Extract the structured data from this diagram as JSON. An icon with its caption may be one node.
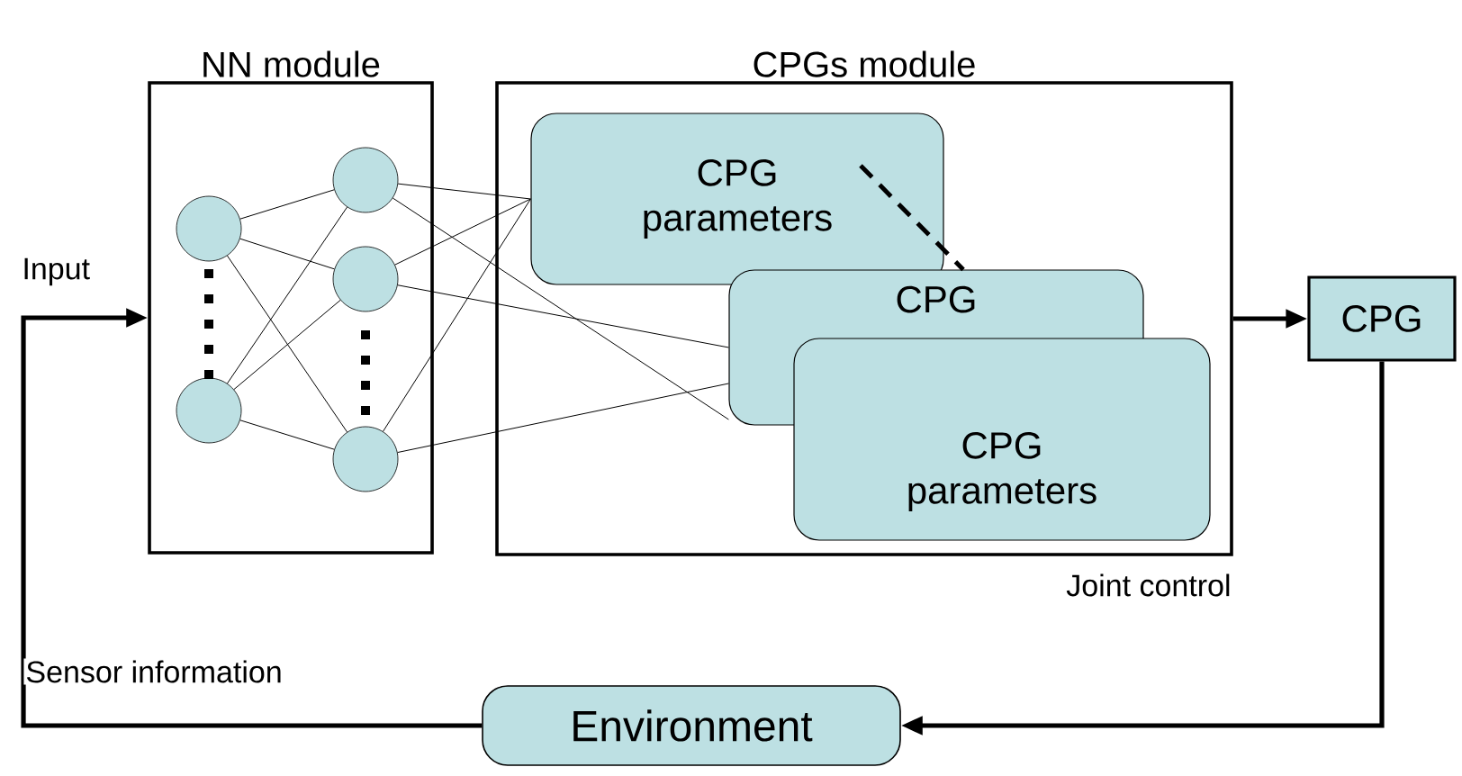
{
  "diagram": {
    "nodes": [
      {
        "text": [
          "NN module"
        ]
      },
      {
        "text": [
          "CPGs module"
        ]
      },
      {
        "text": [],
        "shape": "circle",
        "in": 0
      },
      {
        "text": [],
        "shape": "circle",
        "in": 0
      },
      {
        "text": [],
        "shape": "circle",
        "in": 0
      },
      {
        "text": [],
        "shape": "circle",
        "in": 0
      },
      {
        "text": [],
        "shape": "circle",
        "in": 0
      },
      {
        "text": [
          "CPG parameters"
        ],
        "in": 1
      },
      {
        "text": [
          "CPG"
        ],
        "in": 1
      },
      {
        "text": [
          "CPG parameters"
        ],
        "in": 1
      },
      {
        "text": [
          "CPG"
        ]
      },
      {
        "text": [
          "Environment"
        ]
      }
    ],
    "edges": [
      {
        "from": 1,
        "to": 10,
        "arrow": "to",
        "style": "thick"
      },
      {
        "from": 10,
        "to": 11,
        "arrow": "to",
        "style": "thick"
      },
      {
        "from": 11,
        "to": 0,
        "arrow": "to",
        "style": "thick",
        "label": "Sensor information"
      },
      {
        "from": 2,
        "to": 4,
        "arrow": "none"
      },
      {
        "from": 2,
        "to": 5,
        "arrow": "none"
      },
      {
        "from": 2,
        "to": 6,
        "arrow": "none"
      },
      {
        "from": 3,
        "to": 4,
        "arrow": "none"
      },
      {
        "from": 3,
        "to": 5,
        "arrow": "none"
      },
      {
        "from": 3,
        "to": 6,
        "arrow": "none"
      },
      {
        "from": 4,
        "to": 7,
        "arrow": "none"
      },
      {
        "from": 5,
        "to": 7,
        "arrow": "none"
      },
      {
        "from": 6,
        "to": 7,
        "arrow": "none"
      },
      {
        "from": 4,
        "to": 8,
        "arrow": "none"
      },
      {
        "from": 5,
        "to": 8,
        "arrow": "none"
      },
      {
        "from": 6,
        "to": 8,
        "arrow": "none"
      },
      {
        "from": 7,
        "to": 8,
        "arrow": "none",
        "style": "dashed"
      }
    ],
    "labels": [
      "Input",
      "Joint control"
    ]
  }
}
